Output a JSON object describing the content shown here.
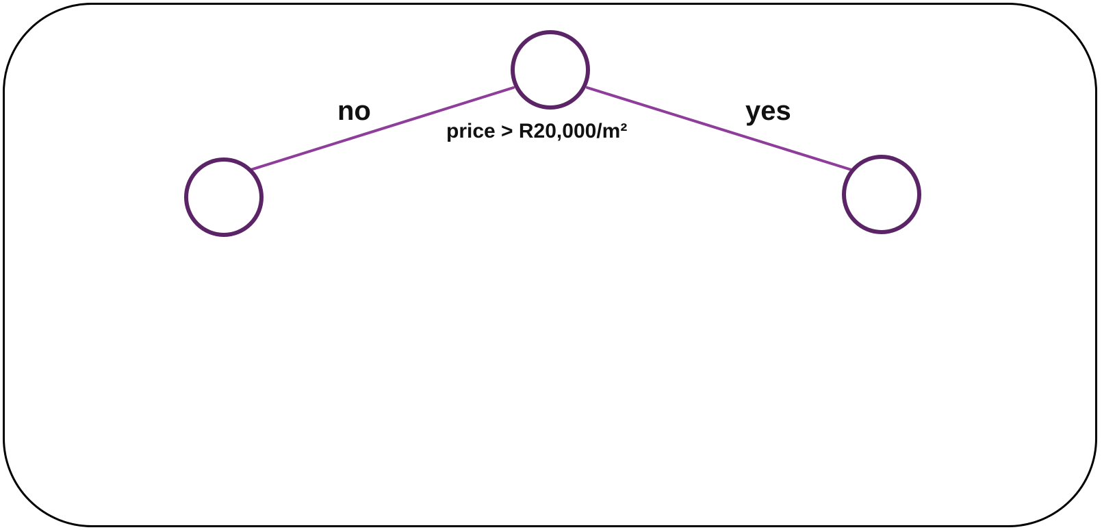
{
  "diagram": {
    "colors": {
      "node_stroke": "#5b2466",
      "edge_stroke": "#8e3e9a",
      "frame_stroke": "#000000",
      "text": "#111111"
    },
    "edges": {
      "left": {
        "label": "no"
      },
      "right": {
        "label": "yes"
      }
    },
    "root": {
      "condition": "price > R20,000/m²"
    }
  }
}
